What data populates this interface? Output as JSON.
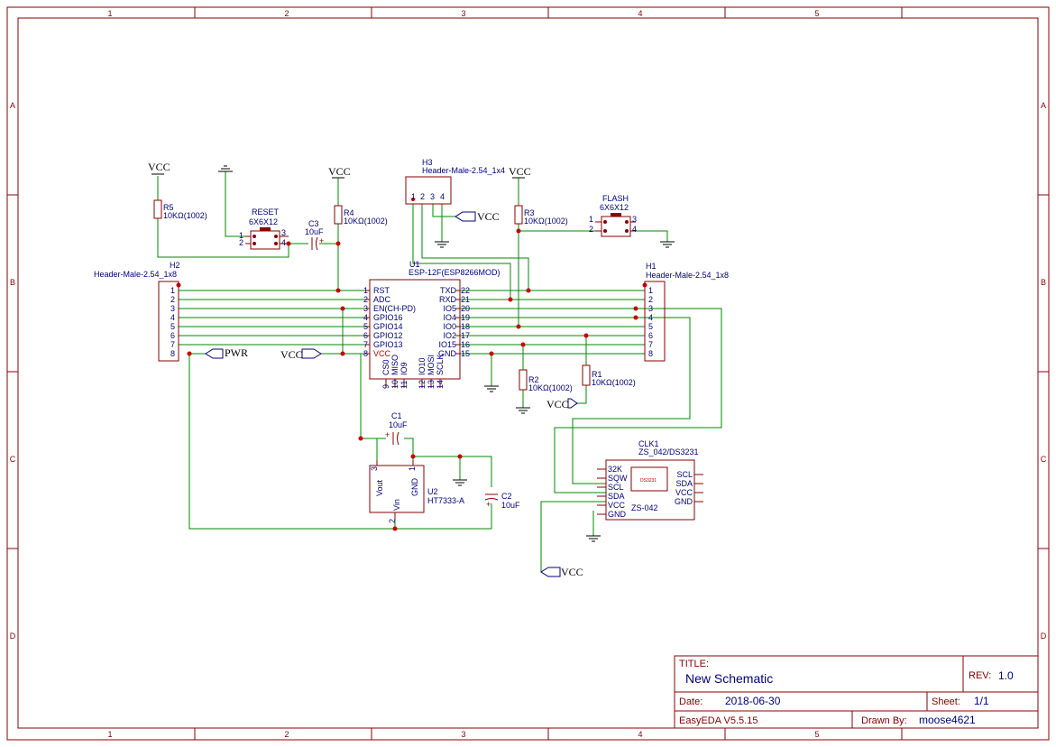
{
  "frame": {
    "col_labels": [
      "1",
      "2",
      "3",
      "4",
      "5"
    ],
    "row_labels": [
      "A",
      "B",
      "C",
      "D"
    ]
  },
  "power": {
    "vcc": "VCC",
    "pwr": "PWR"
  },
  "components": {
    "r5": {
      "ref": "R5",
      "value": "10KΩ(1002)"
    },
    "r4": {
      "ref": "R4",
      "value": "10KΩ(1002)"
    },
    "r3": {
      "ref": "R3",
      "value": "10KΩ(1002)"
    },
    "r2": {
      "ref": "R2",
      "value": "10KΩ(1002)"
    },
    "r1": {
      "ref": "R1",
      "value": "10KΩ(1002)"
    },
    "reset": {
      "name": "RESET",
      "value": "6X6X12",
      "pins": [
        "1",
        "2",
        "3",
        "4"
      ]
    },
    "flash": {
      "name": "FLASH",
      "value": "6X6X12",
      "pins": [
        "1",
        "2",
        "3",
        "4"
      ]
    },
    "c3": {
      "ref": "C3",
      "value": "10uF",
      "polarity": "+"
    },
    "c1": {
      "ref": "C1",
      "value": "10uF",
      "polarity": "+"
    },
    "c2": {
      "ref": "C2",
      "value": "10uF",
      "polarity": "+"
    },
    "h3": {
      "ref": "H3",
      "value": "Header-Male-2.54_1x4",
      "pins": [
        "1",
        "2",
        "3",
        "4"
      ]
    },
    "h2": {
      "ref": "H2",
      "value": "Header-Male-2.54_1x8",
      "pins": [
        "1",
        "2",
        "3",
        "4",
        "5",
        "6",
        "7",
        "8"
      ]
    },
    "h1": {
      "ref": "H1",
      "value": "Header-Male-2.54_1x8",
      "pins": [
        "1",
        "2",
        "3",
        "4",
        "5",
        "6",
        "7",
        "8"
      ]
    },
    "u1": {
      "ref": "U1",
      "value": "ESP-12F(ESP8266MOD)",
      "left_pins": [
        {
          "num": "1",
          "name": "RST"
        },
        {
          "num": "2",
          "name": "ADC"
        },
        {
          "num": "3",
          "name": "EN(CH-PD)"
        },
        {
          "num": "4",
          "name": "GPIO16"
        },
        {
          "num": "5",
          "name": "GPIO14"
        },
        {
          "num": "6",
          "name": "GPIO12"
        },
        {
          "num": "7",
          "name": "GPIO13"
        },
        {
          "num": "8",
          "name": "VCC"
        }
      ],
      "right_pins": [
        {
          "num": "22",
          "name": "TXD"
        },
        {
          "num": "21",
          "name": "RXD"
        },
        {
          "num": "20",
          "name": "IO5"
        },
        {
          "num": "19",
          "name": "IO4"
        },
        {
          "num": "18",
          "name": "IO0"
        },
        {
          "num": "17",
          "name": "IO2"
        },
        {
          "num": "16",
          "name": "IO15"
        },
        {
          "num": "15",
          "name": "GND"
        }
      ],
      "bottom_pins": [
        {
          "num": "9",
          "name": "CS0"
        },
        {
          "num": "10",
          "name": "MISO"
        },
        {
          "num": "11",
          "name": "IO9"
        },
        {
          "num": "12",
          "name": "IO10"
        },
        {
          "num": "13",
          "name": "MOSI"
        },
        {
          "num": "14",
          "name": "SCLK"
        }
      ]
    },
    "u2": {
      "ref": "U2",
      "value": "HT7333-A",
      "pins": {
        "vout": "Vout",
        "gnd": "GND",
        "vin": "Vin",
        "n3": "3",
        "n1": "1",
        "n2": "2"
      }
    },
    "clk1": {
      "ref": "CLK1",
      "value": "ZS_042/DS3231",
      "chip": "DS3231",
      "footer": "ZS-042",
      "left_pins": [
        "32K",
        "SQW",
        "SCL",
        "SDA",
        "VCC",
        "GND"
      ],
      "right_pins": [
        "SCL",
        "SDA",
        "VCC",
        "GND"
      ]
    }
  },
  "title_block": {
    "title_label": "TITLE:",
    "title": "New Schematic",
    "rev_label": "REV:",
    "rev": "1.0",
    "date_label": "Date:",
    "date": "2018-06-30",
    "sheet_label": "Sheet:",
    "sheet": "1/1",
    "tool": "EasyEDA V5.5.15",
    "drawn_label": "Drawn By:",
    "drawn_by": "moose4621"
  }
}
